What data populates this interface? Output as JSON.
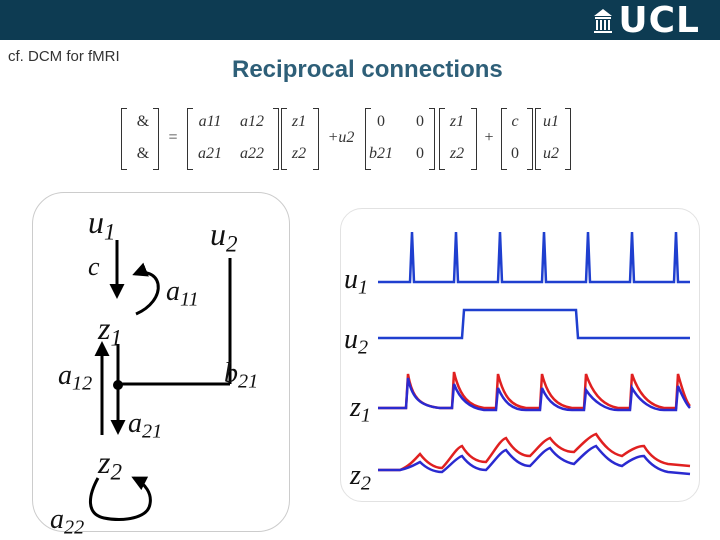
{
  "header": {
    "logo_text": "UCL",
    "ref_note": "cf. DCM for fMRI",
    "title": "Reciprocal connections"
  },
  "equation": {
    "lhs": [
      "&",
      "&"
    ],
    "A": [
      [
        "a11",
        "a12"
      ],
      [
        "a21",
        "a22"
      ]
    ],
    "z": [
      "z1",
      "z2"
    ],
    "input": "+u2",
    "B": [
      [
        "0",
        "0"
      ],
      [
        "b21",
        "0"
      ]
    ],
    "plus": "+",
    "C": [
      [
        "c",
        "u1"
      ],
      [
        "0",
        "u2"
      ]
    ],
    "C_vec": [
      "u1",
      "u2"
    ]
  },
  "network": {
    "u1": {
      "base": "u",
      "sub": "1"
    },
    "u2": {
      "base": "u",
      "sub": "2"
    },
    "c": {
      "base": "c",
      "sub": ""
    },
    "a11": {
      "base": "a",
      "sub": "11"
    },
    "z1": {
      "base": "z",
      "sub": "1"
    },
    "a12": {
      "base": "a",
      "sub": "12"
    },
    "b21": {
      "base": "b",
      "sub": "21"
    },
    "a21": {
      "base": "a",
      "sub": "21"
    },
    "z2": {
      "base": "z",
      "sub": "2"
    },
    "a22": {
      "base": "a",
      "sub": "22"
    }
  },
  "traces": {
    "labels": [
      {
        "base": "u",
        "sub": "1"
      },
      {
        "base": "u",
        "sub": "2"
      },
      {
        "base": "z",
        "sub": "1"
      },
      {
        "base": "z",
        "sub": "2"
      }
    ],
    "colors": {
      "input": "#1f3fcf",
      "model_a": "#e02020",
      "model_b": "#2a2ad0"
    }
  }
}
